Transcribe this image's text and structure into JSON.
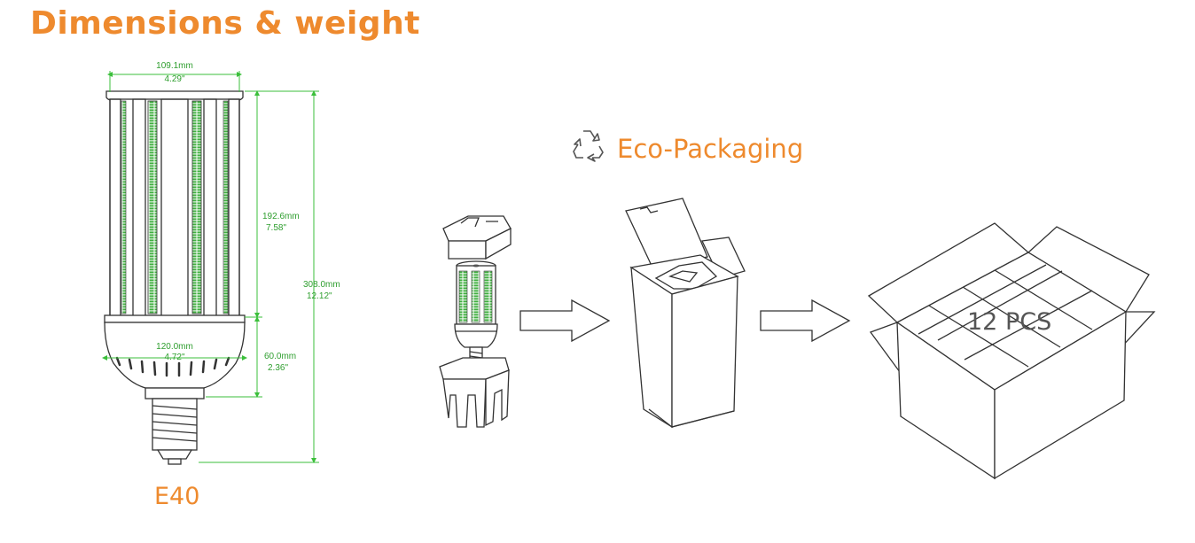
{
  "title": "Dimensions & weight",
  "lamp": {
    "model": "E40",
    "dims": {
      "width_top_mm": "109.1mm",
      "width_top_in": "4.29\"",
      "body_height_mm": "192.6mm",
      "body_height_in": "7.58\"",
      "total_height_mm": "308.0mm",
      "total_height_in": "12.12\"",
      "width_base_mm": "120.0mm",
      "width_base_in": "4.72\"",
      "base_height_mm": "60.0mm",
      "base_height_in": "2.36\""
    }
  },
  "packaging": {
    "label": "Eco-Packaging",
    "icon": "recycle-icon",
    "carton_label": "12 PCS"
  },
  "colors": {
    "accent": "#EE8A2E",
    "dimension": "#3BBF3B",
    "led": "#3FAF3F"
  }
}
